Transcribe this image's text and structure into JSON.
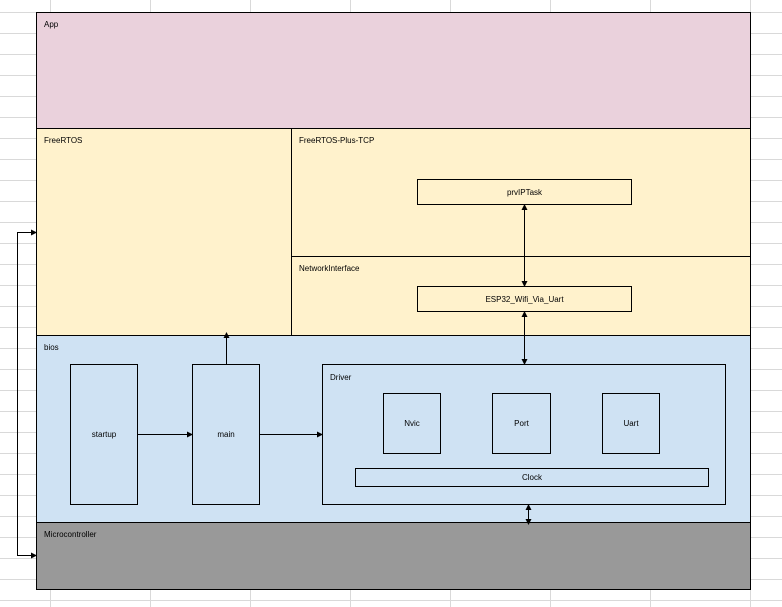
{
  "layers": {
    "app": "App",
    "freertos": "FreeRTOS",
    "plus_tcp": "FreeRTOS-Plus-TCP",
    "network_interface": "NetworkInterface",
    "bios": "bios",
    "microcontroller": "Microcontroller"
  },
  "boxes": {
    "prvip_task": "prvIPTask",
    "esp32": "ESP32_Wifi_Via_Uart",
    "startup": "startup",
    "main": "main",
    "driver": "Driver",
    "nvic": "Nvic",
    "port": "Port",
    "uart": "Uart",
    "clock": "Clock"
  },
  "colors": {
    "app": "#ead1dc",
    "freertos": "#fff2cc",
    "bios": "#cfe2f3",
    "microcontroller": "#999999"
  }
}
